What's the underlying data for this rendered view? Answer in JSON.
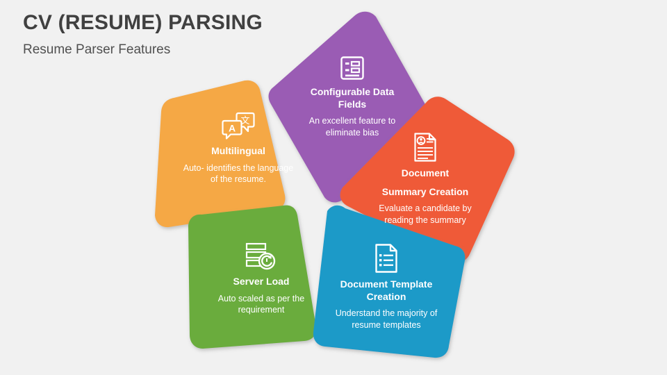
{
  "header": {
    "title": "CV (RESUME) PARSING",
    "subtitle": "Resume Parser Features"
  },
  "theme": {
    "background": "#f1f1f1",
    "title_color": "#404040",
    "subtitle_color": "#505050",
    "petal_text_color": "#ffffff"
  },
  "diagram": {
    "type": "pinwheel",
    "segment_count": 5,
    "segments": [
      {
        "id": "configurable-data-fields",
        "color": "#9a5cb4",
        "icon": "form-fields-icon",
        "title": "Configurable Data",
        "title_line2": "Fields",
        "description": "An excellent feature to eliminate bias",
        "position": "top"
      },
      {
        "id": "multilingual",
        "color": "#f5a844",
        "icon": "translate-speech-bubbles-icon",
        "title": "Multilingual",
        "title_line2": "",
        "description": "Auto- identifies the language of the resume.",
        "position": "upper-left"
      },
      {
        "id": "document-summary-creation",
        "color": "#ef5a38",
        "icon": "resume-document-icon",
        "title": "Document",
        "title_line2": "Summary Creation",
        "description": "Evaluate a candidate by reading the summary",
        "position": "upper-right"
      },
      {
        "id": "server-load",
        "color": "#6aac3d",
        "icon": "server-refresh-icon",
        "title": "Server Load",
        "title_line2": "",
        "description": "Auto scaled as per the requirement",
        "position": "lower-left"
      },
      {
        "id": "document-template-creation",
        "color": "#1b9ac8",
        "icon": "document-list-icon",
        "title": "Document Template",
        "title_line2": "Creation",
        "description": "Understand the majority of resume templates",
        "position": "lower-right"
      }
    ]
  }
}
